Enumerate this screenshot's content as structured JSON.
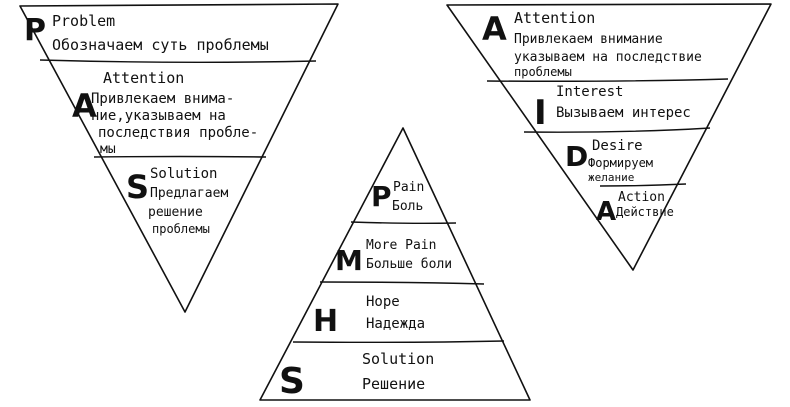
{
  "pas": {
    "problem": {
      "letter": "P",
      "title": "Problem",
      "text": "Обозначаем суть проблемы"
    },
    "attention": {
      "letter": "A",
      "title": "Attention",
      "line1": "Привлекаем внима-",
      "line2": "ние,указываем на",
      "line3": "последствия пробле-",
      "line4": "мы"
    },
    "solution": {
      "letter": "S",
      "title": "Solution",
      "line1": "Предлагаем",
      "line2": "решение",
      "line3": "проблемы"
    }
  },
  "aida": {
    "attention": {
      "letter": "A",
      "title": "Attention",
      "line1": "Привлекаем внимание",
      "line2": "указываем на последствие",
      "line3": "проблемы"
    },
    "interest": {
      "letter": "I",
      "title": "Interest",
      "text": "Вызываем интерес"
    },
    "desire": {
      "letter": "D",
      "title": "Desire",
      "line1": "Формируем",
      "line2": "желание"
    },
    "action": {
      "letter": "A",
      "title": "Action",
      "text": "Действие"
    }
  },
  "pmhs": {
    "pain": {
      "letter": "P",
      "title": "Pain",
      "text": "Боль"
    },
    "more_pain": {
      "letter": "M",
      "title": "More Pain",
      "text": "Больше боли"
    },
    "hope": {
      "letter": "H",
      "title": "Hope",
      "text": "Надежда"
    },
    "solution": {
      "letter": "S",
      "title": "Solution",
      "text": "Решение"
    }
  }
}
